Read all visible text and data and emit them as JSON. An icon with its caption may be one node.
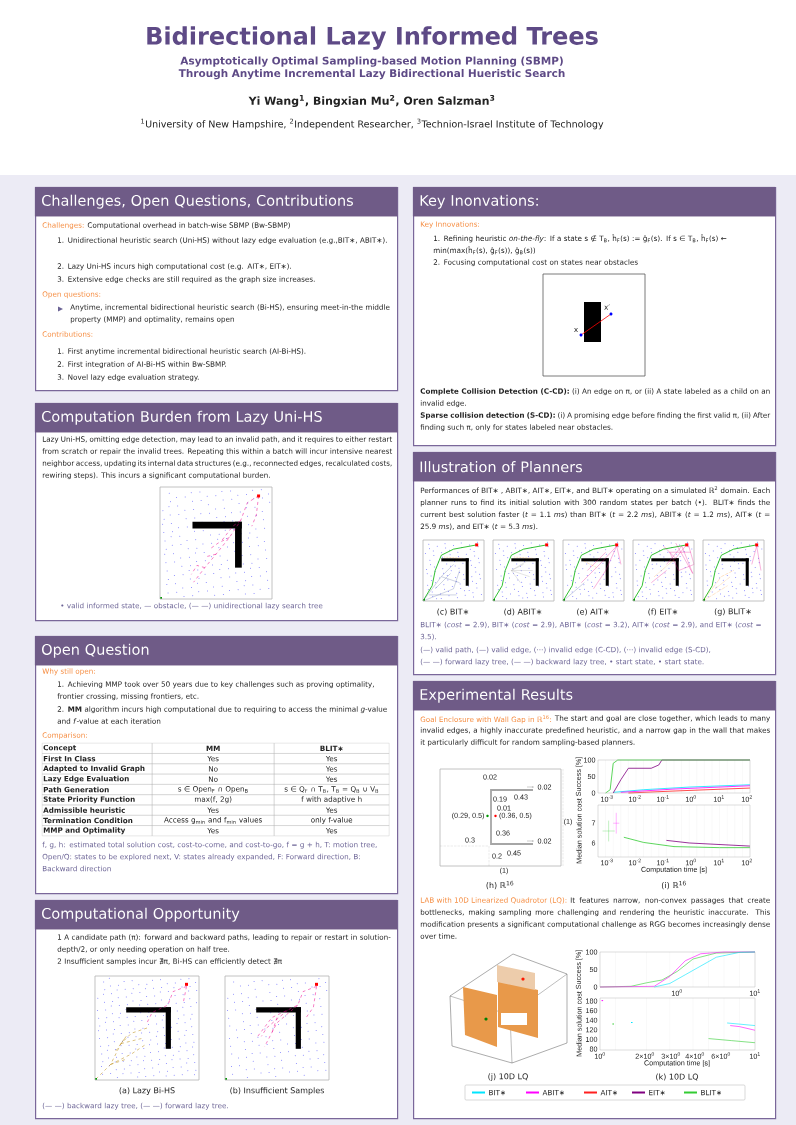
{
  "diagram": {
    "title": "Bidirectional Lazy Informed Trees",
    "nodes": [
      {
        "text": [
          "Challenges, Open Questions, Contributions",
          "Challenges:",
          "Computational overhead in batch-wise SBMP (Bw-SBMP)",
          "1. Unidirectional heuristic search (Uni-HS) without lazy edge evaluation (e.g.,BIT∗, ABIT∗).",
          "2. Lazy Uni-HS incurs high computational cost (e.g. AIT∗, EIT∗).",
          "3. Extensive edge checks are still required as the graph size increases.",
          "Open questions:",
          "Anytime, incremental bidirectional heuristic search (Bi-HS), ensuring meet-in-the middle property (MMP) and optimality, remains open",
          "Contributions:",
          "1. First anytime incremental bidirectional heuristic search (AI-Bi-HS).",
          "2. First integration of AI-Bi-HS within Bw-SBMP.",
          "3. Novel lazy edge evaluation strategy."
        ]
      },
      {
        "text": [
          "Computation Burden from Lazy Uni-HS",
          "Lazy Uni-HS, omitting edge detection, may lead to an invalid path, and it requires to either restart from scratch or repair the invalid trees. Repeating this within a batch will incur intensive nearest neighbor access, updating its internal data structures (e.g., reconnected edges, recalculated costs, rewiring steps). This incurs a significant computational burden.",
          "• valid informed state, — obstacle, (— —) unidirectional lazy search tree"
        ]
      },
      {
        "text": [
          "Open Question",
          "Why still open:",
          "1. Achieving MMP took over 50 years due to key challenges such as proving optimality, frontier crossing, missing frontiers, etc.",
          "2. **MM** algorithm incurs high computational due to requiring to access the minimal *g*-value and *f*-value at each iteration",
          "Comparison:",
          "f, g, h: estimated total solution cost, cost-to-come, and cost-to-go, f = g + h, T: motion tree,",
          "Open/Q: states to be explored next, V: states already expanded, F: Forward direction, B: Backward direction"
        ]
      },
      {
        "text": [
          "Computational Opportunity",
          "1 A candidate path (π): forward and backward paths, leading to repair or restart in solution-depth/2, or only needing operation on half tree.",
          "2 Insufficient samples incur ∄π, Bi-HS can efficiently detect ∄π",
          "(— —) backward lazy tree, (— —) forward lazy tree."
        ]
      },
      {
        "text": [
          "Key Inonvations:",
          "Key Innovations:",
          "1. Refining heuristic *on-the-fly*: If a state s ∉ T$_{B}$, ĥ$_{F}$(s) := ĝ$_{F}$(s). If s ∈ T$_{B}$, ĥ$_{F}$(s) ← min(max(ĥ$_{F}$(s), ĝ$_{F}$(s)), ĝ$_{B}$(s))",
          "2. Focusing computational cost on states near obstacles",
          "**Complete Collision Detection (C-CD):** (i) An edge on π, or (ii) A state labeled as a child on an invalid edge.",
          "**Sparse collision detection (S-CD):** (i) A promising edge before finding the first valid π, (ii) After finding such π, only for states labeled near obstacles."
        ]
      },
      {
        "text": [
          "Illustration of Planners",
          "Performances of BIT∗ , ABIT∗, AIT∗, EIT∗, and BLIT∗ operating on a simulated ℝ$^{2}$ domain. Each planner runs to find its initial solution with 300 random states per batch (•). BLIT∗ finds the current best solution faster (*t* = 1.1 *ms*) than BIT∗ (*t* = 2.2 *ms*), ABIT∗ (*t* = 1.2 *ms*), AIT∗ (*t* = 25.9 *ms*), and EIT∗ (*t* = 5.3 *ms*).",
          "BLIT∗ (*cost* = 2.9), BIT∗ (*cost* = 2.9), ABIT∗ (*cost* = 3.2), AIT∗ (*cost* = 2.9), and EIT∗ (*cost* = 3.5).",
          "(—) valid path, (—) valid edge, (···) invalid edge (C-CD), (···) invalid edge (S-CD),",
          "(— —) forward lazy tree, (— —) backward lazy tree, • start state, • start state."
        ]
      },
      {
        "text": [
          "Experimental Results",
          "Goal Enclosure with Wall Gap in ℝ$^{16}$:",
          "The start and goal are close together, which leads to many invalid edges, a highly inaccurate predefined heuristic, and a narrow gap in the wall that makes it particularly difficult for random sampling-based planners.",
          "LAB with 10D Linearized Quadrotor (LQ):",
          "It features narrow, non-convex passages that create bottlenecks, making sampling more challenging and rendering the heuristic inaccurate. This modification presents a significant computational challenge as RGG becomes increasingly dense over time."
        ]
      }
    ],
    "labels": [
      "Asymptotically Optimal Sampling-based Motion Planning (SBMP) Through Anytime Incremental Lazy Bidirectional Hueristic Search",
      "Yi Wang$^{1}$, Bingxian Mu$^{2}$, Oren Salzman$^{3}$",
      "$^{1}$University of New Hampshire, $^{2}$Independent Researcher, $^{3}$Technion-Israel Institute of Technology",
      "Concept",
      "MM",
      "BLIT∗",
      "First In Class",
      "Yes",
      "Yes",
      "Adapted to Invalid Graph",
      "No",
      "Yes",
      "Lazy Edge Evaluation",
      "No",
      "Yes",
      "Path Generation",
      "s ∈ Open$_{F}$ ∩ Open$_{B}$",
      "s ∈ Q$_{F}$ ∩ T$_{B}$, T$_{B}$ = Q$_{B}$ ∪ V$_{B}$",
      "State Priority Function",
      "max(f, 2g)",
      "f with adaptive h",
      "Admissible heuristic",
      "Yes",
      "Yes",
      "Termination Condition",
      "Access g$_{min}$ and f$_{min}$ values",
      "only f-value",
      "MMP and Optimality",
      "Yes",
      "Yes",
      "(a) Lazy Bi-HS",
      "(b) Insufficient Samples",
      "x",
      "x′",
      "(c) BIT∗",
      "(d) ABIT∗",
      "(e) AIT∗",
      "(f) EIT∗",
      "(g) BLIT∗",
      "0.02",
      "0.02",
      "0.19",
      "0.43",
      "0.01",
      "(0.29, 0.5)",
      "(0.36, 0.5)",
      "(1)",
      "0.36",
      "0.3",
      "0.02",
      "0.45",
      "0.2",
      "(1)",
      "Success [%]",
      "100",
      "50",
      "0",
      "10$^{-3}$",
      "10$^{-2}$",
      "10$^{-1}$",
      "10$^{0}$",
      "10$^{1}$",
      "10$^{2}$",
      "Median solution cost",
      "7",
      "6",
      "10$^{-3}$",
      "10$^{-2}$",
      "10$^{-1}$",
      "10$^{0}$",
      "10$^{1}$",
      "10$^{2}$",
      "Computation time [s]",
      "(h) ℝ$^{16}$",
      "(i) ℝ$^{16}$",
      "Success [%]",
      "100",
      "50",
      "0",
      "10$^{0}$",
      "10$^{1}$",
      "Median solution cost",
      "180",
      "160",
      "140",
      "120",
      "100",
      "80",
      "10$^{0}$",
      "2×10$^{0}$",
      "3×10$^{0}$",
      "4×10$^{0}$",
      "6×10$^{0}$",
      "10$^{1}$",
      "Computation time [s]",
      "(j) 10D LQ",
      "(k) 10D LQ"
    ],
    "legend": [
      {
        "text": "BIT∗",
        "color": "#00e5ff"
      },
      {
        "text": "ABIT∗",
        "color": "#ff00ff"
      },
      {
        "text": "AIT∗",
        "color": "#ff2020"
      },
      {
        "text": "EIT∗",
        "color": "#800080"
      },
      {
        "text": "BLIT∗",
        "color": "#33cc33"
      }
    ]
  }
}
